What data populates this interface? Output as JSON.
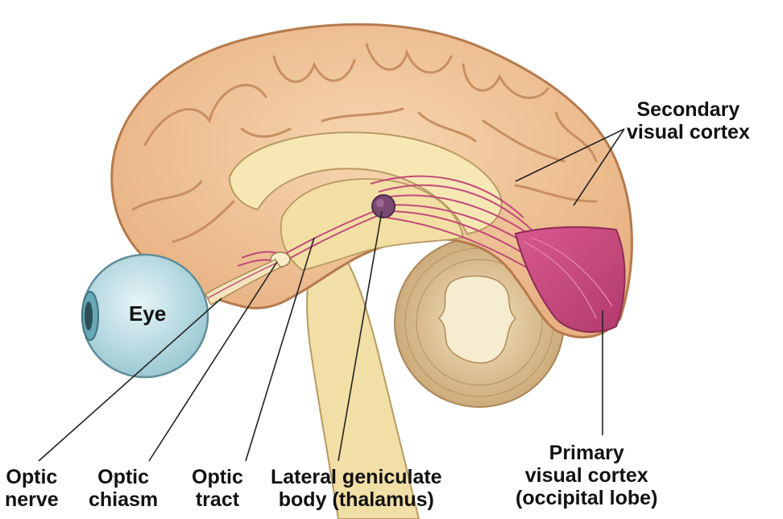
{
  "labels": {
    "eye": "Eye",
    "secondary_line1": "Secondary",
    "secondary_line2": "visual cortex",
    "primary_line1": "Primary",
    "primary_line2": "visual cortex",
    "primary_line3": "(occipital lobe)",
    "optic_nerve_line1": "Optic",
    "optic_nerve_line2": "nerve",
    "optic_chiasm_line1": "Optic",
    "optic_chiasm_line2": "chiasm",
    "optic_tract_line1": "Optic",
    "optic_tract_line2": "tract",
    "lgn_line1": "Lateral geniculate",
    "lgn_line2": "body (thalamus)"
  },
  "colors": {
    "cortex": "#f2c79b",
    "cortex_groove": "#c98f62",
    "midline": "#f7e7b4",
    "visual_cortex": "#c8467c",
    "cerebellum": "#e9d3a6",
    "eye": "#c9e6ec",
    "thalamus_nucleus": "#7b4a74",
    "pointer": "#222222"
  }
}
